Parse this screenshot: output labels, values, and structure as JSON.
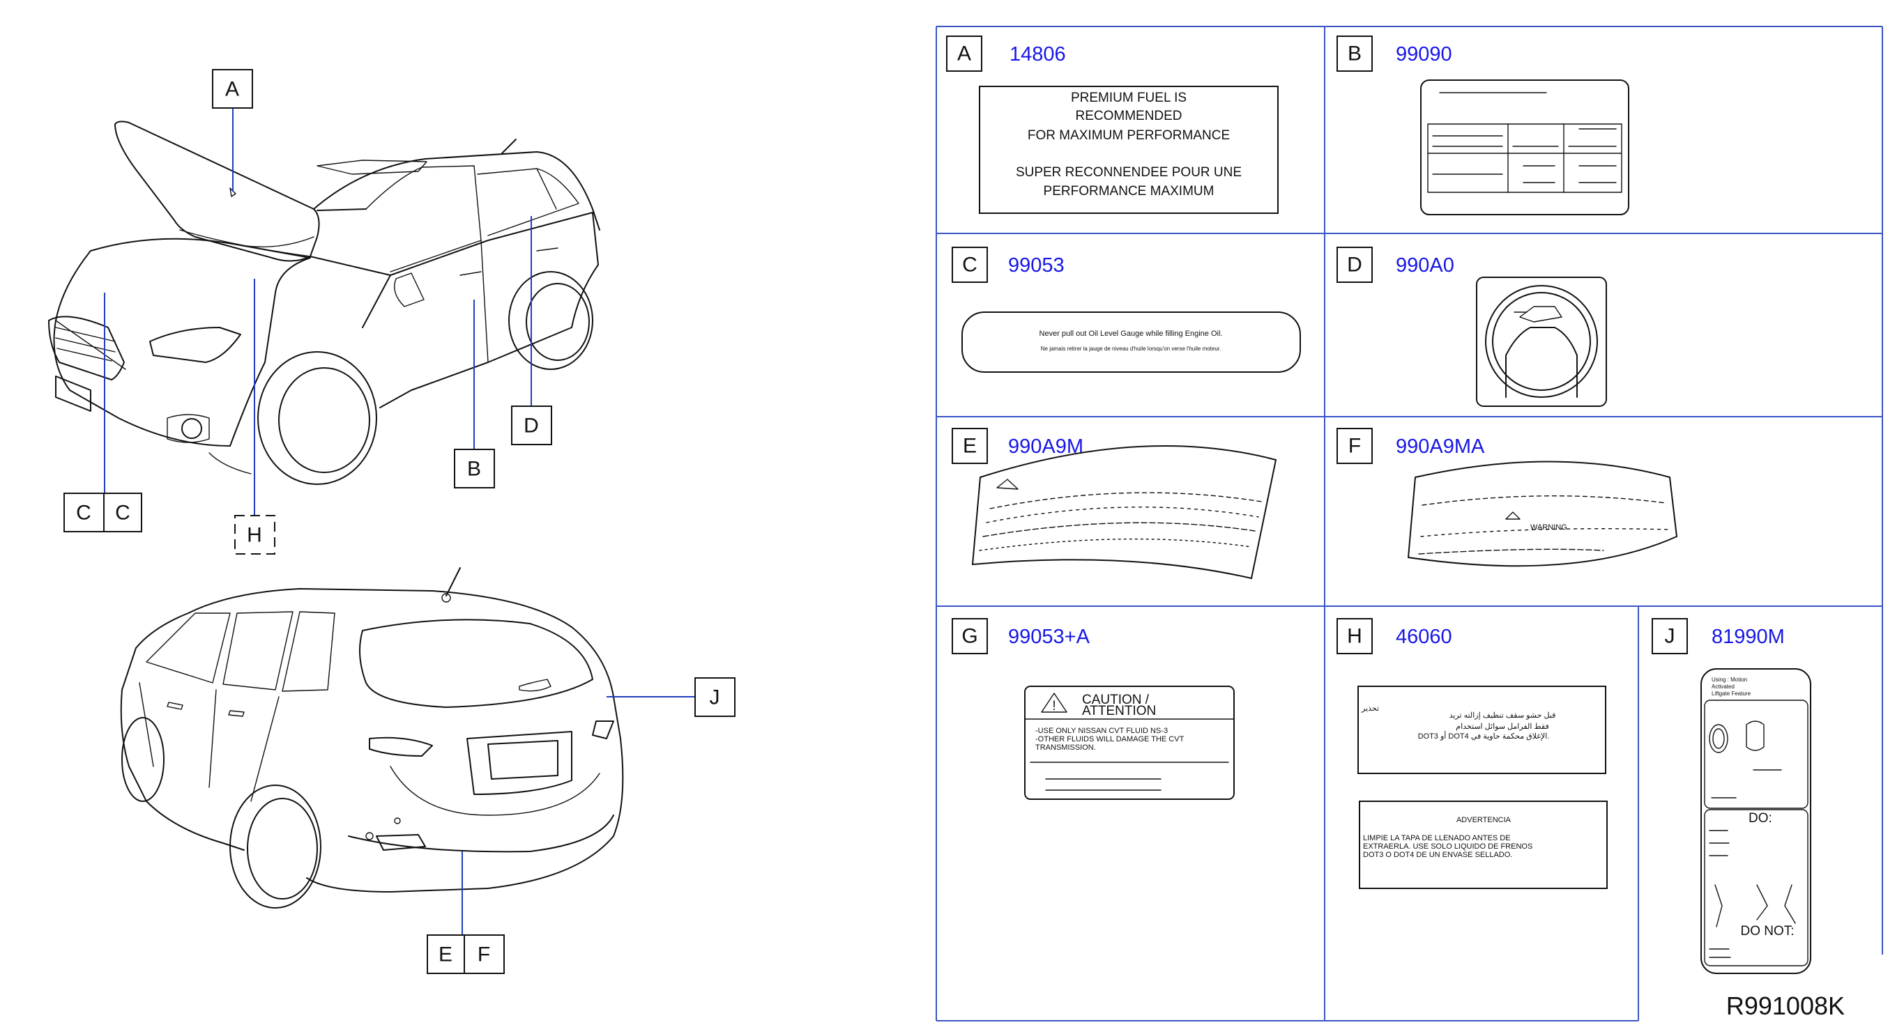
{
  "callouts": {
    "A": "A",
    "B": "B",
    "C": "C",
    "D": "D",
    "E": "E",
    "F": "F",
    "H": "H",
    "J": "J"
  },
  "cells": [
    {
      "letter": "A",
      "part": "14806"
    },
    {
      "letter": "B",
      "part": "99090"
    },
    {
      "letter": "C",
      "part": "99053"
    },
    {
      "letter": "D",
      "part": "990A0"
    },
    {
      "letter": "E",
      "part": "990A9M"
    },
    {
      "letter": "F",
      "part": "990A9MA"
    },
    {
      "letter": "G",
      "part": "99053+A"
    },
    {
      "letter": "H",
      "part": "46060"
    },
    {
      "letter": "J",
      "part": "81990M"
    }
  ],
  "label_a": {
    "lines": [
      "PREMIUM   FUEL   IS",
      "RECOMMENDED",
      "FOR   MAXIMUM   PERFORMANCE",
      "SUPER   RECONNENDEE   POUR   UNE",
      "PERFORMANCE   MAXIMUM"
    ]
  },
  "label_c": {
    "line1": "Never    pull    out    Oil    Level    Gauge    while    filling    Engine    Oil.",
    "line2": "Ne    jamais    retirer    la    jauge    de    niveau    d'huile    lorsqu'on    verse    l'huile    moteur."
  },
  "label_e": {
    "warning_word": "WARNING"
  },
  "label_g": {
    "title": "CAUTION   /",
    "subtitle": "ATTENTION",
    "body1": "-USE    ONLY    NISSAN    CVT    FLUID    NS-3",
    "body2": "-OTHER    FLUIDS    WILL    DAMAGE    THE    CVT",
    "body3": "TRANSMISSION."
  },
  "label_h": {
    "arabic1": "تحذير",
    "arabic2": "قبل   حشو   سقف   تنظيف   إزالته   تريد",
    "arabic3": "فقط   الفرامل   سوائل   استخدام",
    "arabic4": "DOT3   أو   DOT4   الإغلاق   محكمة   حاوية   في.",
    "spanish_title": "ADVERTENCIA",
    "spanish1": "LIMPIE    LA    TAPA    DE    LLENADO    ANTES    DE",
    "spanish2": "EXTRAERLA.    USE    SOLO    LIQUIDO    DE    FRENOS",
    "spanish3": "DOT3    O    DOT4    DE    UN    ENVASE    SELLADO."
  },
  "label_j": {
    "head1": "Using   :   Motion",
    "head2": "Activated",
    "head3": "Liftgate    Feature",
    "do": "DO:",
    "do_not": "DO   NOT:"
  },
  "reference": "R991008K"
}
